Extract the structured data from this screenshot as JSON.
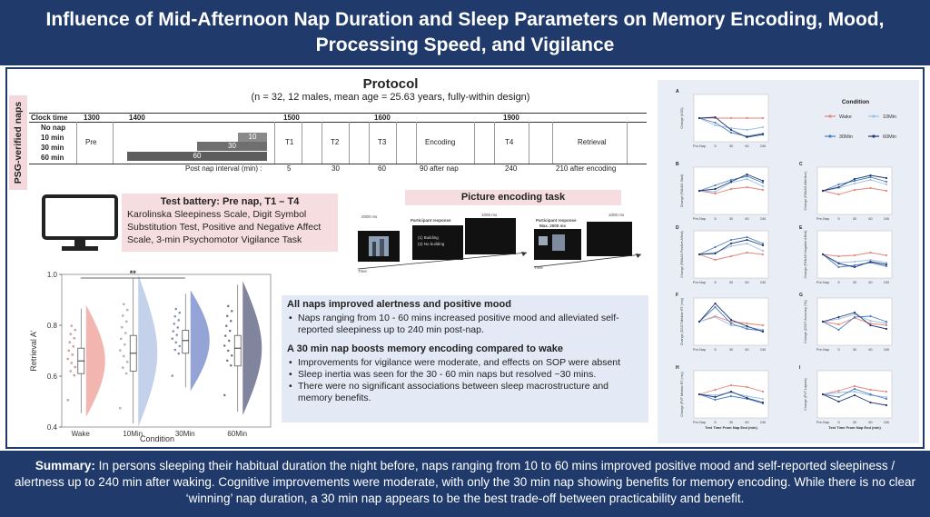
{
  "header": {
    "title": "Influence of Mid-Afternoon Nap Duration and Sleep Parameters on Memory Encoding, Mood, Processing Speed, and Vigilance"
  },
  "protocol": {
    "title": "Protocol",
    "subtitle": "(n = 32, 12 males, mean age = 25.63 years, fully-within design)",
    "psg_label": "PSG-verified naps",
    "clock_label": "Clock time",
    "times": [
      "1300",
      "1400",
      "1500",
      "1600",
      "1900"
    ],
    "rows": [
      "No nap",
      "10 min",
      "30 min",
      "60 min"
    ],
    "bars": [
      "10",
      "30",
      "60"
    ],
    "phases": [
      "Pre",
      "T1",
      "T2",
      "T3",
      "Encoding",
      "T4",
      "Retrieval"
    ],
    "interval_label": "Post nap interval (min) :",
    "intervals": [
      "5",
      "30",
      "60",
      "90 after nap",
      "240",
      "210 after encoding"
    ]
  },
  "test_battery": {
    "title": "Test battery: Pre nap, T1 – T4",
    "body": "Karolinska Sleepiness Scale, Digit Symbol Substitution Test, Positive and Negative Affect Scale, 3-min Psychomotor Vigilance Task"
  },
  "picture_task": {
    "title": "Picture encoding task",
    "labels": [
      "2000 ms",
      "Participant response",
      "(1) Building",
      "(2) No building",
      "1000 ms",
      "Participant response",
      "Max. 2000 ms",
      "1000 ms",
      "Time",
      "Time"
    ]
  },
  "results": {
    "h1": "All naps improved alertness and positive mood",
    "b1": [
      "Naps ranging from 10 - 60 mins increased positive mood and alleviated self-reported sleepiness up to 240 min post-nap."
    ],
    "h2": "A 30 min nap boosts memory encoding compared to wake",
    "b2": [
      "Improvements for vigilance were moderate, and effects on SOP were absent",
      "Sleep inertia was seen for the 30 - 60 min naps but resolved ~30 mins.",
      "There were no significant associations between sleep macrostructure and memory benefits."
    ]
  },
  "chart_data": [
    {
      "type": "scatter",
      "title": "",
      "xlabel": "Condition",
      "ylabel": "Retrieval A'",
      "categories": [
        "Wake",
        "10Min",
        "30Min",
        "60Min"
      ],
      "yticks": [
        "0.4",
        "0.6",
        "0.8",
        "1.0"
      ],
      "ylim": [
        0.4,
        1.0
      ],
      "medians": [
        0.66,
        0.69,
        0.74,
        0.71
      ],
      "q1": [
        0.61,
        0.62,
        0.69,
        0.64
      ],
      "q3": [
        0.71,
        0.76,
        0.78,
        0.76
      ],
      "colors": [
        "#f0a8a2",
        "#b9c9e8",
        "#8294cf",
        "#6b6e8c"
      ],
      "significance": "**"
    },
    {
      "type": "line",
      "title": "",
      "xlabel": "Test Time From Nap End (min)",
      "xticks": [
        "Pre-Nap",
        "5",
        "30",
        "60",
        "240"
      ],
      "legend_title": "Condition",
      "legend": [
        "Wake",
        "10Min",
        "30Min",
        "60Min"
      ],
      "legend_colors": [
        "#e8847a",
        "#9ec0e6",
        "#4c7fc0",
        "#22386e"
      ],
      "panel_labels": [
        "A",
        "B",
        "C",
        "D",
        "E",
        "F",
        "G",
        "H",
        "I"
      ],
      "ylabels": [
        "Change (KSS)",
        "Change (PANAS Start)",
        "Change (PANAS Attention)",
        "Change (PANAS Positive Affect)",
        "Change (PANAS Negative Affect)",
        "Change (DSST Median RT (ms))",
        "Change (DSST Accuracy (%))",
        "Change (PVT Median RT (ms))",
        "Change (PVT Lapses)"
      ]
    }
  ],
  "footer": {
    "label": "Summary:",
    "text": " In persons sleeping their habitual duration the night before, naps ranging from 10 to 60 mins improved positive mood and self-reported sleepiness / alertness up to 240 min after waking. Cognitive improvements were moderate, with only the 30 min nap showing benefits for memory encoding. While there is no clear ‘winning’ nap duration, a 30 min nap appears to be the best trade-off between practicability and benefit."
  }
}
